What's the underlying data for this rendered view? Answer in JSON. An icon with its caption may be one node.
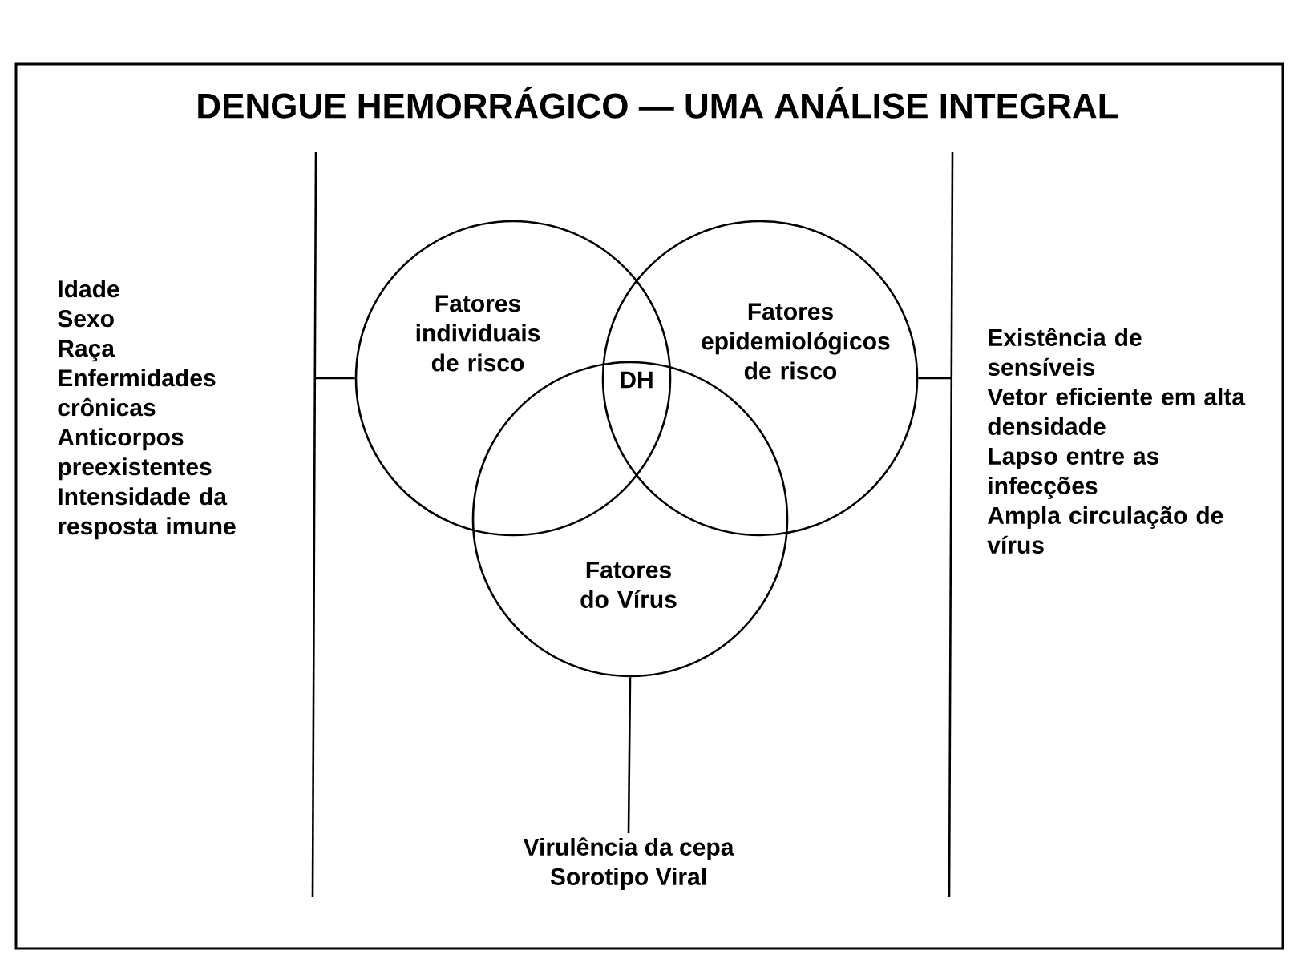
{
  "diagram": {
    "title": "DENGUE HEMORRÁGICO — UMA ANÁLISE INTEGRAL",
    "nodes": [
      {
        "text": [
          "Fatores individuais de risco"
        ]
      },
      {
        "text": [
          "Fatores epidemiológicos de risco"
        ]
      },
      {
        "text": [
          "Fatores do Vírus"
        ]
      },
      {
        "text": [
          "Idade",
          "Sexo",
          "Raça",
          "Enfermidades crônicas",
          "Anticorpos preexistentes",
          "Intensidade da resposta imune"
        ]
      },
      {
        "text": [
          "Existência de sensíveis",
          "Vetor eficiente em alta densidade",
          "Lapso entre as infecções",
          "Ampla circulação de vírus"
        ]
      },
      {
        "text": [
          "Virulência da cepa",
          "Sorotipo Viral"
        ]
      }
    ],
    "edges": [
      {
        "from": 0,
        "to": 3,
        "arrow": "none"
      },
      {
        "from": 1,
        "to": 4,
        "arrow": "none"
      },
      {
        "from": 2,
        "to": 5,
        "arrow": "none"
      }
    ],
    "labels": [
      "DH"
    ]
  }
}
